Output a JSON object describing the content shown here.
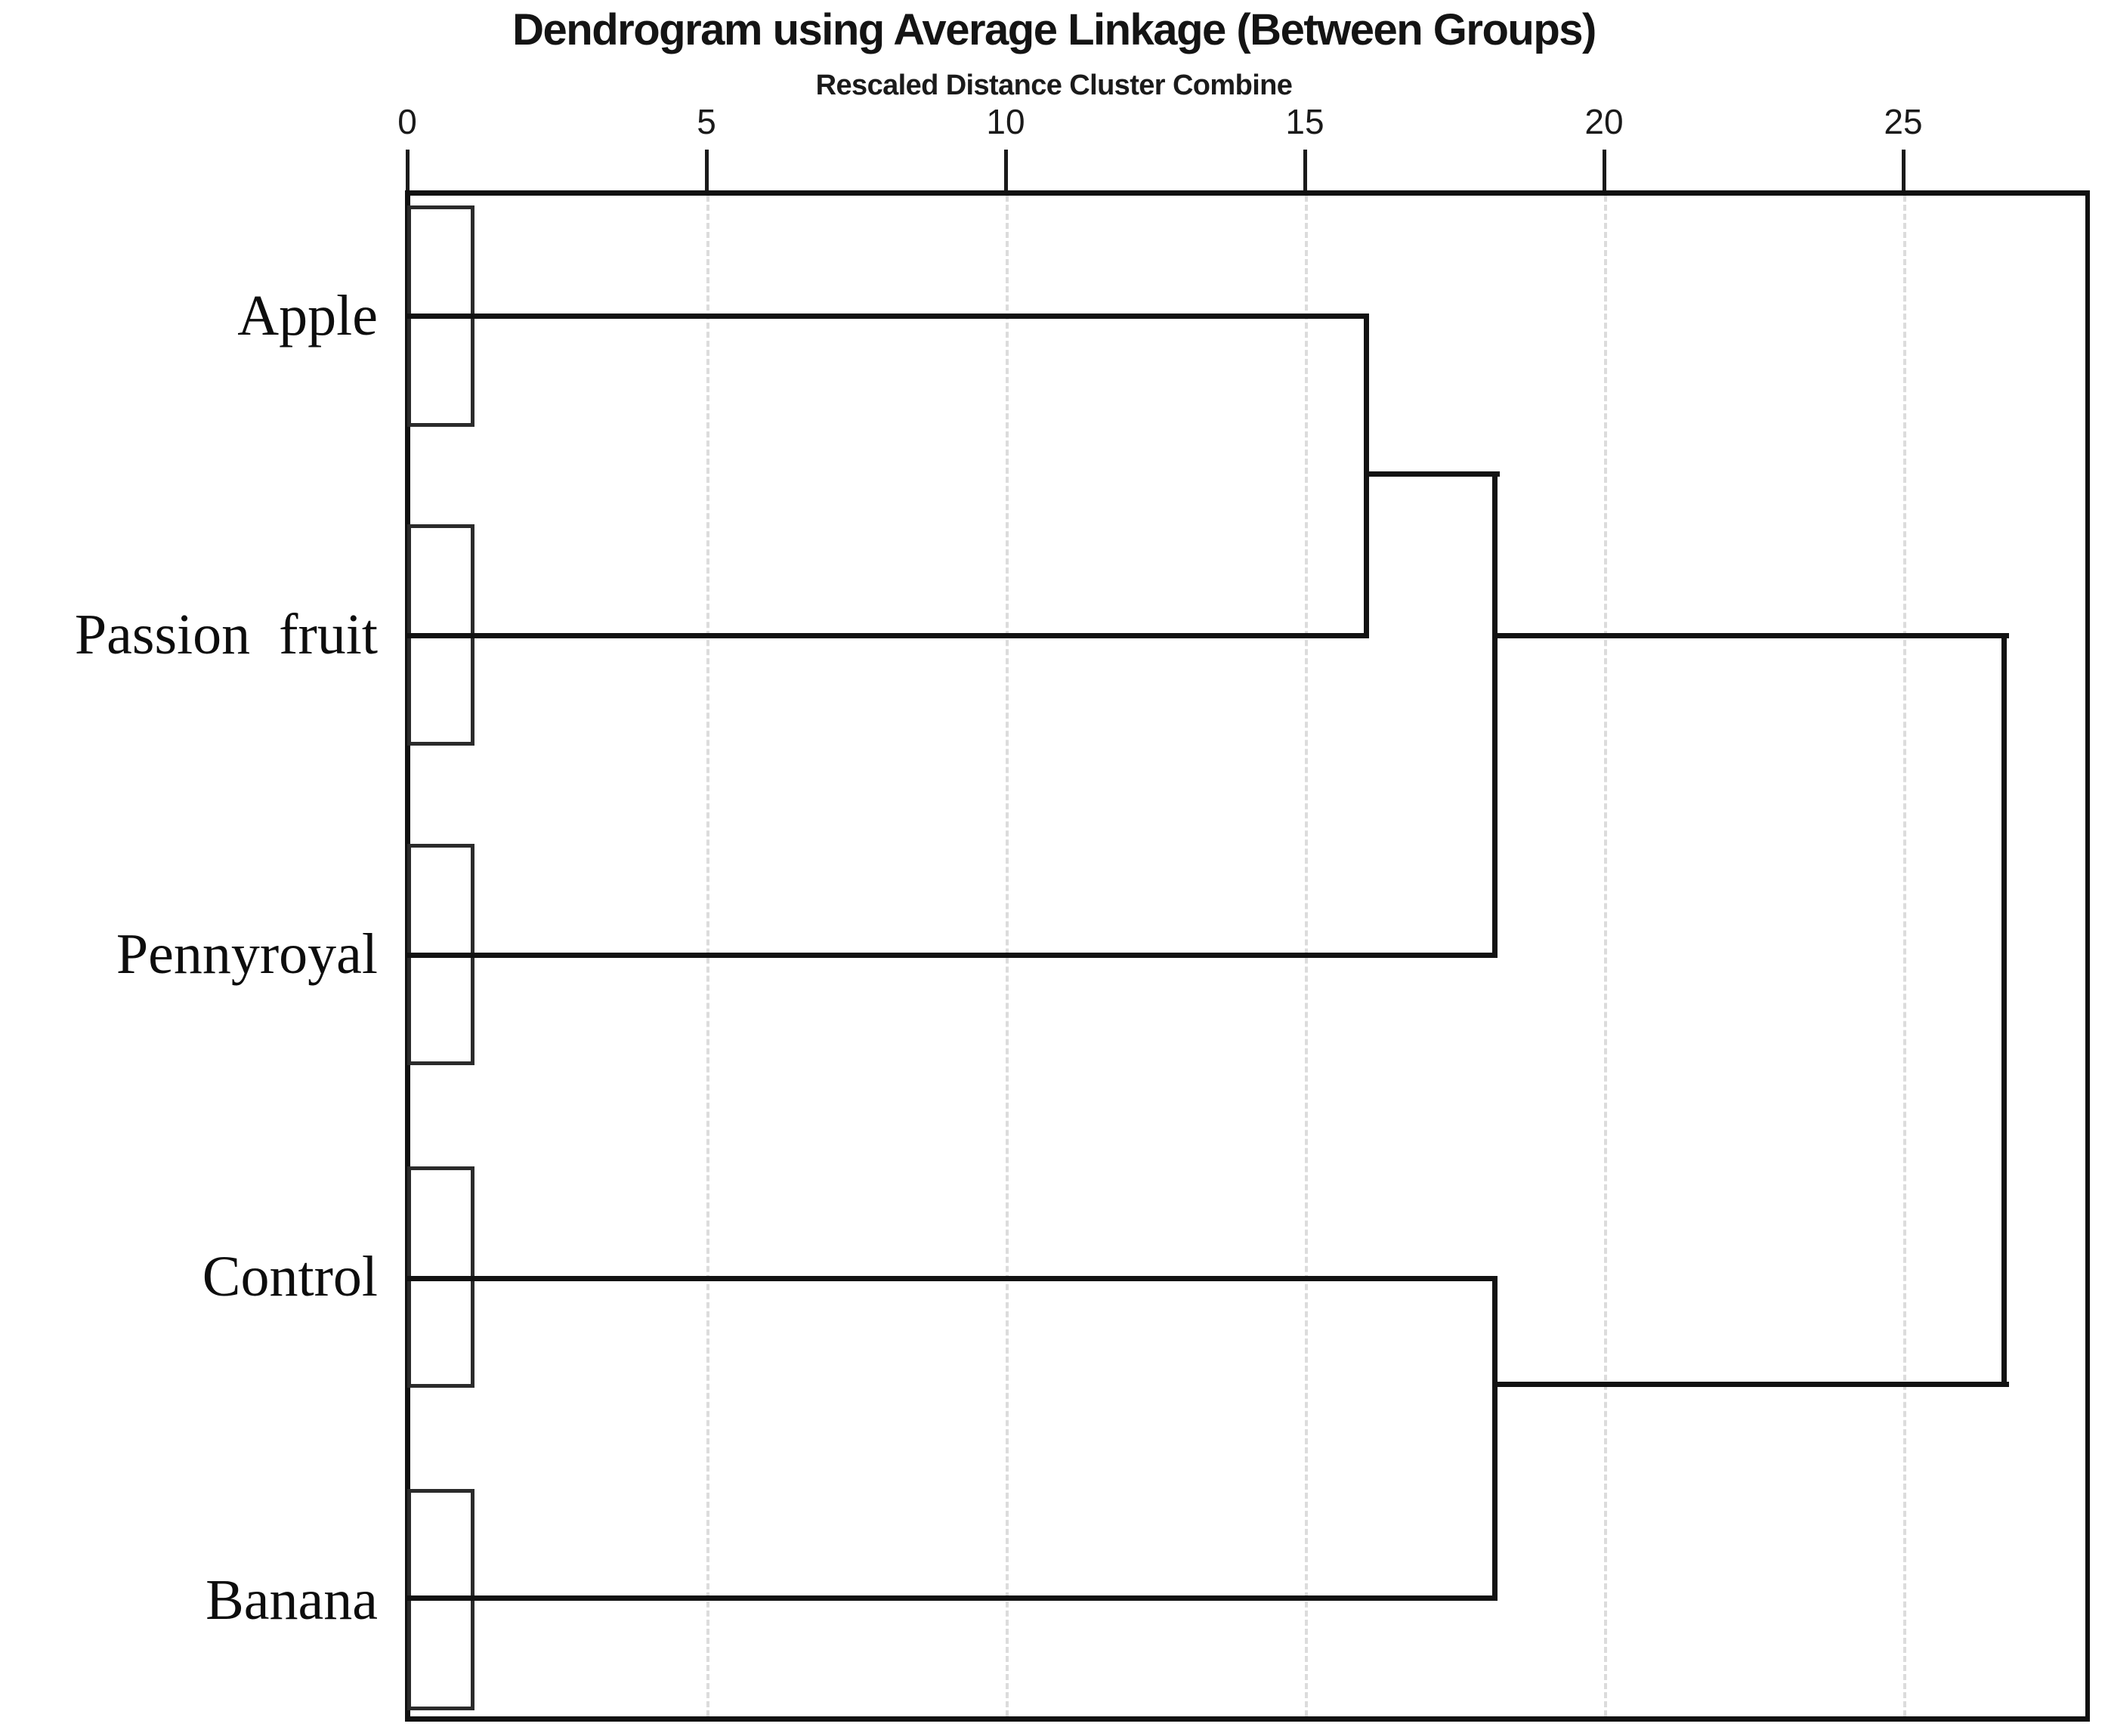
{
  "chart_data": {
    "type": "dendrogram",
    "title": "Dendrogram using Average Linkage (Between Groups)",
    "subtitle": "Rescaled Distance Cluster Combine",
    "xlabel": "Rescaled Distance Cluster Combine",
    "ylabel": "",
    "xlim": [
      0,
      26.4
    ],
    "grid": "vertical-dashed",
    "legend": "none",
    "axis": {
      "ticks": [
        {
          "label": "0",
          "value": 0
        },
        {
          "label": "5",
          "value": 5
        },
        {
          "label": "10",
          "value": 10
        },
        {
          "label": "15",
          "value": 15
        },
        {
          "label": "20",
          "value": 20
        },
        {
          "label": "25",
          "value": 25
        }
      ]
    },
    "leaves": [
      {
        "label": "Apple",
        "order": 1
      },
      {
        "label": "Passion  fruit",
        "order": 2
      },
      {
        "label": "Pennyroyal",
        "order": 3
      },
      {
        "label": "Control",
        "order": 4
      },
      {
        "label": "Banana",
        "order": 5
      }
    ],
    "merges": [
      {
        "id": "m1",
        "members": [
          "Apple",
          "Passion  fruit"
        ],
        "distance": 16.0
      },
      {
        "id": "m2",
        "members": [
          "m1",
          "Pennyroyal"
        ],
        "distance": 18.2
      },
      {
        "id": "m3",
        "members": [
          "Control",
          "Banana"
        ],
        "distance": 18.2
      },
      {
        "id": "m4",
        "members": [
          "m2",
          "m3"
        ],
        "distance": 26.7
      }
    ],
    "colors": {
      "line": "#121212",
      "grid": "#dcdcdc",
      "text": "#0d0d0d",
      "background": "#ffffff"
    }
  }
}
